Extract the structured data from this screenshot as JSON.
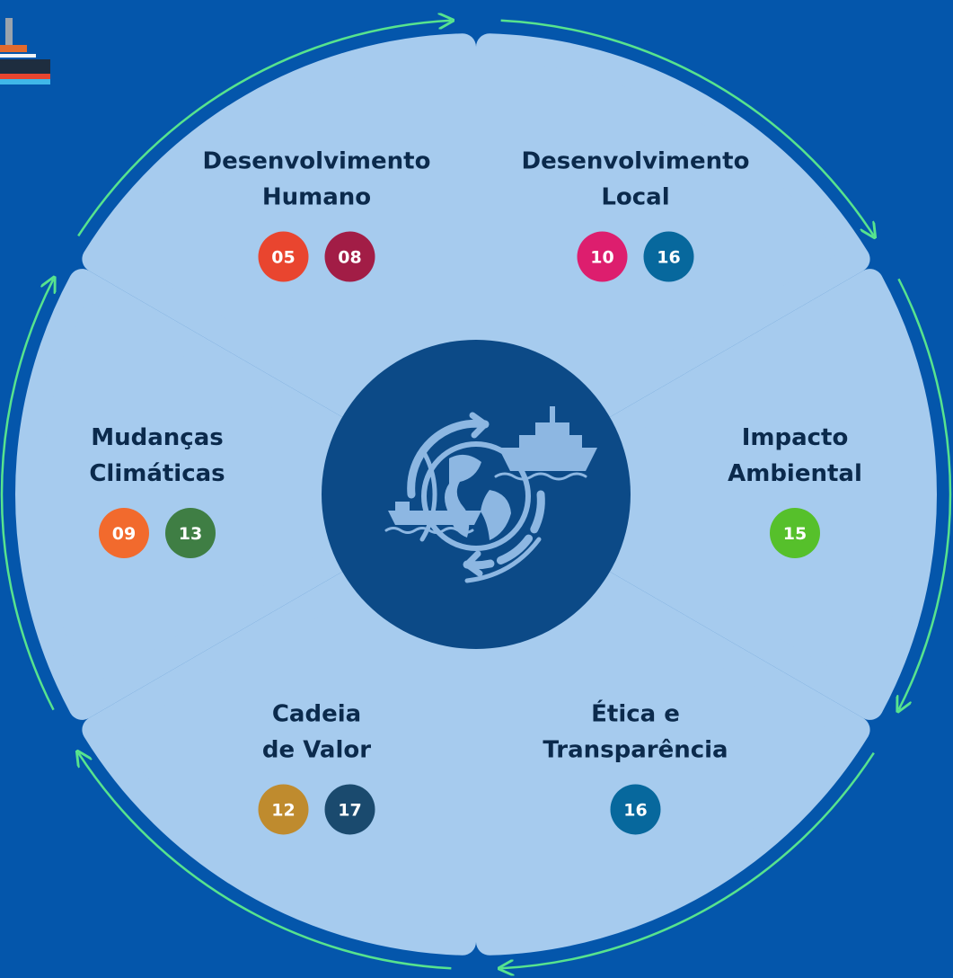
{
  "colors": {
    "background": "#0456AB",
    "segment_fill": "#A6CBEE",
    "segment_text": "#0B2A4C",
    "center_fill": "#0C4A87",
    "center_icon": "#8DB7E2",
    "arrow": "#57E38E"
  },
  "center": {
    "icon": "globe-ship-cycle-icon"
  },
  "corner_icon": "ship-icon",
  "segments": [
    {
      "id": "desenvolvimento-humano",
      "title_lines": [
        "Desenvolvimento",
        "Humano"
      ],
      "badges": [
        {
          "label": "05",
          "color": "#E9452F"
        },
        {
          "label": "08",
          "color": "#A21D46"
        }
      ]
    },
    {
      "id": "desenvolvimento-local",
      "title_lines": [
        "Desenvolvimento",
        "Local"
      ],
      "badges": [
        {
          "label": "10",
          "color": "#DD1E6E"
        },
        {
          "label": "16",
          "color": "#07689D"
        }
      ]
    },
    {
      "id": "impacto-ambiental",
      "title_lines": [
        "Impacto",
        "Ambiental"
      ],
      "badges": [
        {
          "label": "15",
          "color": "#56C02B"
        }
      ]
    },
    {
      "id": "etica-transparencia",
      "title_lines": [
        "Ética e",
        "Transparência"
      ],
      "badges": [
        {
          "label": "16",
          "color": "#07689D"
        }
      ]
    },
    {
      "id": "cadeia-de-valor",
      "title_lines": [
        "Cadeia",
        "de Valor"
      ],
      "badges": [
        {
          "label": "12",
          "color": "#BF8B2E"
        },
        {
          "label": "17",
          "color": "#1A4A6E"
        }
      ]
    },
    {
      "id": "mudancas-climaticas",
      "title_lines": [
        "Mudanças",
        "Climáticas"
      ],
      "badges": [
        {
          "label": "09",
          "color": "#F26A2D"
        },
        {
          "label": "13",
          "color": "#3F7E44"
        }
      ]
    }
  ]
}
